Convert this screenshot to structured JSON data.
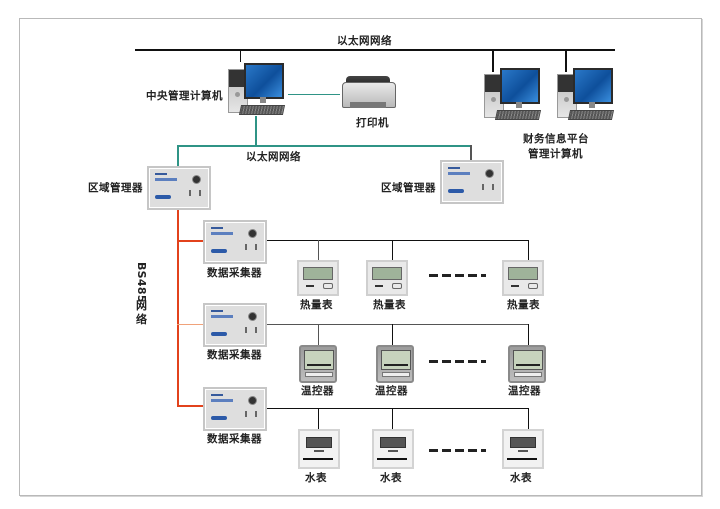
{
  "diagram": {
    "top_network_label": "以太网网络",
    "mid_network_label": "以太网网络",
    "bus_label": "BS485",
    "bus_label_suffix": [
      "网",
      "络"
    ],
    "nodes": {
      "central_computer": "中央管理计算机",
      "printer": "打印机",
      "finance_platform_line1": "财务信息平台",
      "finance_platform_line2": "管理计算机",
      "region_manager_left": "区域管理器",
      "region_manager_right": "区域管理器",
      "collectors": [
        "数据采集器",
        "数据采集器",
        "数据采集器"
      ],
      "heat_meters": [
        "热量表",
        "热量表",
        "热量表"
      ],
      "thermostats": [
        "温控器",
        "温控器",
        "温控器"
      ],
      "water_meters": [
        "水表",
        "水表",
        "水表"
      ]
    },
    "colors": {
      "ethernet_top": "#111111",
      "ethernet_mid": "#2f9486",
      "rs485_bus": "#e2421c",
      "border": "#b9b9b9"
    }
  }
}
